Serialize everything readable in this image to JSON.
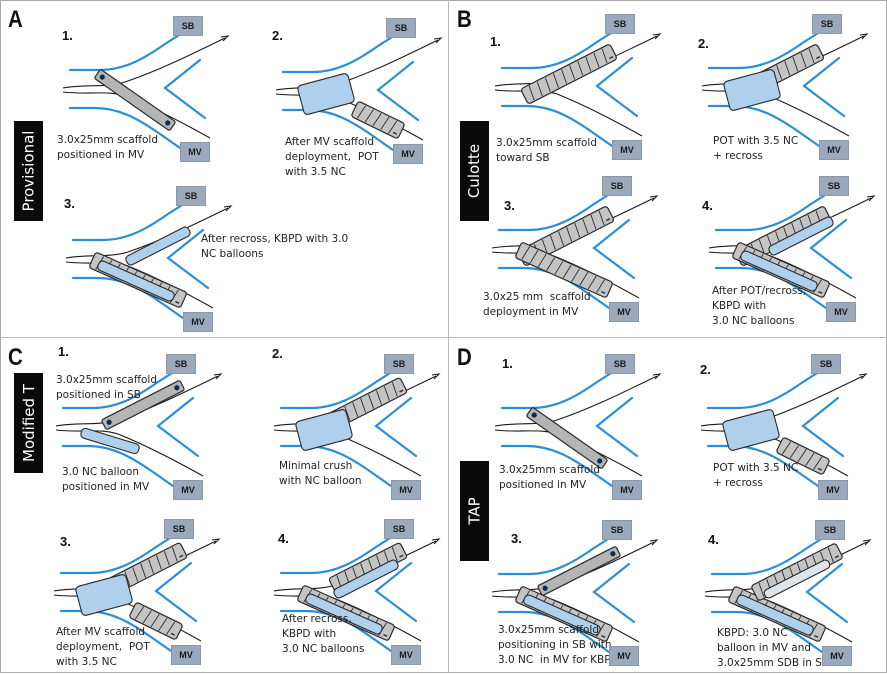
{
  "figure": {
    "panels": [
      {
        "id": "A",
        "letter": "A",
        "technique": "Provisional",
        "steps": [
          {
            "num": "1.",
            "caption": "3.0x25mm scaffold\npositioned in MV",
            "sb_label": "SB",
            "mv_label": "MV",
            "devices": [
              "mv-undeployed-scaffold"
            ]
          },
          {
            "num": "2.",
            "caption": "After MV scaffold\ndeployment,  POT\nwith 3.5 NC",
            "sb_label": "SB",
            "mv_label": "MV",
            "devices": [
              "mv-scaffold-short",
              "pot-balloon"
            ]
          },
          {
            "num": "3.",
            "caption": "After recross, KBPD with 3.0\nNC balloons",
            "sb_label": "SB",
            "mv_label": "MV",
            "devices": [
              "mv-scaffold",
              "mv-balloon",
              "sb-balloon"
            ]
          }
        ]
      },
      {
        "id": "B",
        "letter": "B",
        "technique": "Culotte",
        "steps": [
          {
            "num": "1.",
            "caption": "3.0x25mm scaffold\ntoward SB",
            "sb_label": "SB",
            "mv_label": "MV",
            "devices": [
              "sb-scaffold-full"
            ]
          },
          {
            "num": "2.",
            "caption": "POT with 3.5 NC\n+ recross",
            "sb_label": "SB",
            "mv_label": "MV",
            "devices": [
              "sb-scaffold-full",
              "pot-balloon"
            ]
          },
          {
            "num": "3.",
            "caption": "3.0x25 mm  scaffold\ndeployment in MV",
            "sb_label": "SB",
            "mv_label": "MV",
            "devices": [
              "sb-scaffold-full",
              "mv-scaffold"
            ]
          },
          {
            "num": "4.",
            "caption": "After POT/recross,\nKBPD with\n3.0 NC balloons",
            "sb_label": "SB",
            "mv_label": "MV",
            "devices": [
              "sb-scaffold-full",
              "mv-scaffold",
              "mv-balloon",
              "sb-balloon"
            ]
          }
        ]
      },
      {
        "id": "C",
        "letter": "C",
        "technique": "Modified T",
        "steps": [
          {
            "num": "1.",
            "caption": "3.0x25mm scaffold\npositioned in SB",
            "caption2": "3.0 NC balloon\npositioned in MV",
            "sb_label": "SB",
            "mv_label": "MV",
            "devices": [
              "sb-undeployed-scaffold",
              "mv-balloon-short"
            ]
          },
          {
            "num": "2.",
            "caption": "Minimal crush\nwith NC balloon",
            "sb_label": "SB",
            "mv_label": "MV",
            "devices": [
              "sb-scaffold",
              "pot-balloon"
            ]
          },
          {
            "num": "3.",
            "caption": "After MV scaffold\ndeployment,  POT\nwith 3.5 NC",
            "sb_label": "SB",
            "mv_label": "MV",
            "devices": [
              "sb-scaffold",
              "mv-scaffold-short",
              "pot-balloon"
            ]
          },
          {
            "num": "4.",
            "caption": "After recross,\nKBPD with\n3.0 NC balloons",
            "sb_label": "SB",
            "mv_label": "MV",
            "devices": [
              "sb-scaffold",
              "mv-scaffold",
              "mv-balloon",
              "sb-balloon"
            ]
          }
        ]
      },
      {
        "id": "D",
        "letter": "D",
        "technique": "TAP",
        "steps": [
          {
            "num": "1.",
            "caption": "3.0x25mm scaffold\npositioned in MV",
            "sb_label": "SB",
            "mv_label": "MV",
            "devices": [
              "mv-undeployed-scaffold"
            ]
          },
          {
            "num": "2.",
            "caption": "POT with 3.5 NC\n+ recross",
            "sb_label": "SB",
            "mv_label": "MV",
            "devices": [
              "mv-scaffold-short",
              "pot-balloon"
            ]
          },
          {
            "num": "3.",
            "caption": "3.0x25mm scaffold\npositioning in SB with\n3.0 NC  in MV for KBPD",
            "sb_label": "SB",
            "mv_label": "MV",
            "devices": [
              "mv-scaffold",
              "mv-balloon",
              "sb-undeployed-scaffold"
            ]
          },
          {
            "num": "4.",
            "caption": "KBPD: 3.0 NC\nballoon in MV and\n3.0x25mm SDB in SB",
            "sb_label": "SB",
            "mv_label": "MV",
            "devices": [
              "mv-scaffold",
              "mv-balloon",
              "sb-scaffold-tap",
              "sb-balloon-grey"
            ]
          }
        ]
      }
    ],
    "colors": {
      "vessel": "#2a8fd6",
      "wire": "#1a1a1a",
      "scaffold_fill": "#c4c4c4",
      "scaffold_stroke": "#2a2a2a",
      "balloon_fill": "#aed0ec",
      "balloon_stroke": "#2a2a2a",
      "label_box": "#9aa9bb",
      "marker": "#0d2a55",
      "technique_bg": "#0a0a0a"
    }
  }
}
